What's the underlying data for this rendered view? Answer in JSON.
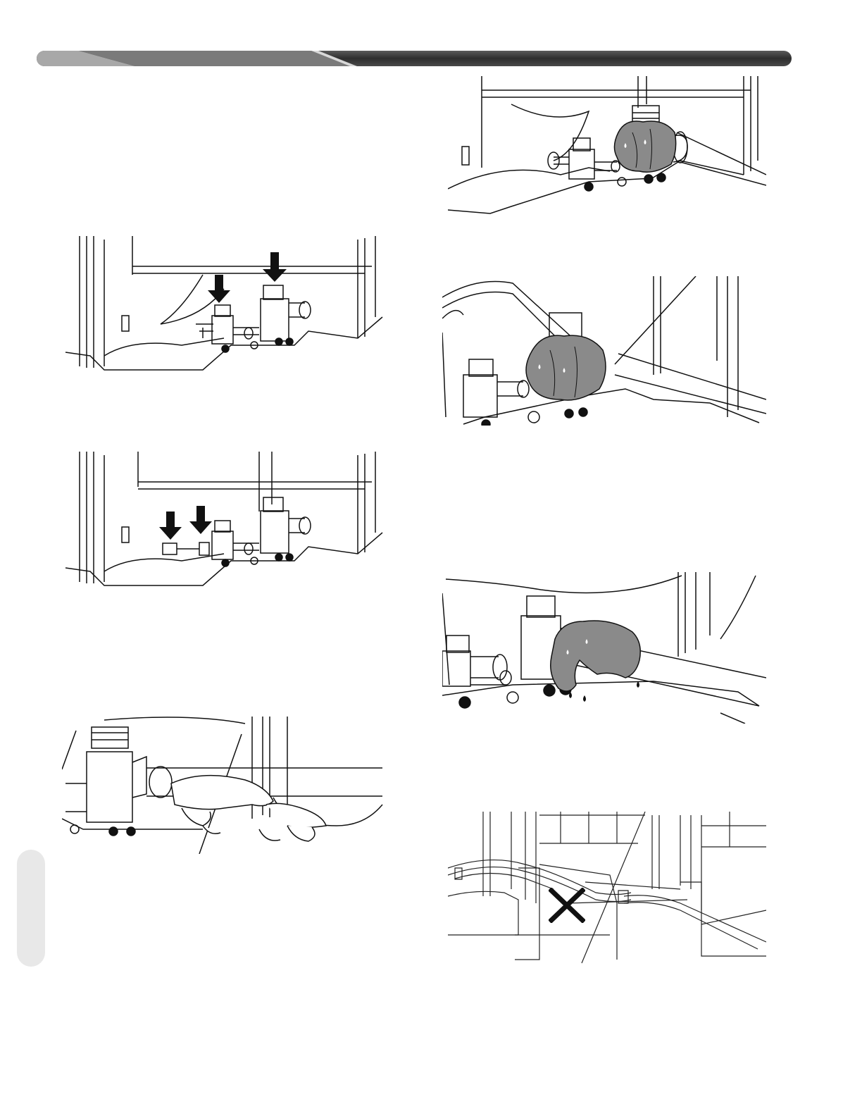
{
  "page": {
    "colors": {
      "header_dark": "#3a3a3a",
      "header_light": "#9a9a9a",
      "side_tab": "#e8e8e8",
      "towel_gray": "#8a8a8a"
    },
    "figures": [
      {
        "id": "arrows-on-valve-caps",
        "icons": [
          "down-arrow-icon",
          "down-arrow-icon"
        ]
      },
      {
        "id": "arrows-on-flare-nuts",
        "icons": [
          "down-arrow-icon",
          "down-arrow-icon"
        ]
      },
      {
        "id": "hands-wiping-pipe",
        "icons": [
          "hand-icon"
        ]
      },
      {
        "id": "wet-towel-on-valve",
        "icons": [
          "water-drop-icon"
        ]
      },
      {
        "id": "torch-heating-towel-valve",
        "icons": [
          "water-drop-icon"
        ]
      },
      {
        "id": "wet-towel-on-pipe-dripping",
        "icons": [
          "water-drop-icon"
        ]
      },
      {
        "id": "incorrect-pipe-routing",
        "icons": [
          "x-mark-icon"
        ]
      }
    ]
  }
}
